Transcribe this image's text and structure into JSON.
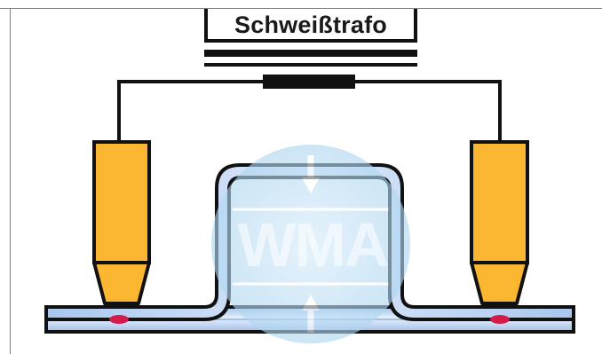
{
  "diagram": {
    "transformer_label": "Schweißtrafo",
    "watermark_text": "WMA",
    "colors": {
      "frame_blue": "#4a86e8",
      "wire": "#111111",
      "electrode_fill": "#fbb731",
      "sheet_fill": "#bcd6f5",
      "sheet_highlight": "#e3eefb",
      "weld_nugget": "#d31c4a",
      "watermark": "#b7dcf3"
    },
    "icons": [
      "electrode-icon",
      "electrode-icon",
      "weld-nugget-icon",
      "weld-nugget-icon",
      "watermark-logo"
    ]
  }
}
